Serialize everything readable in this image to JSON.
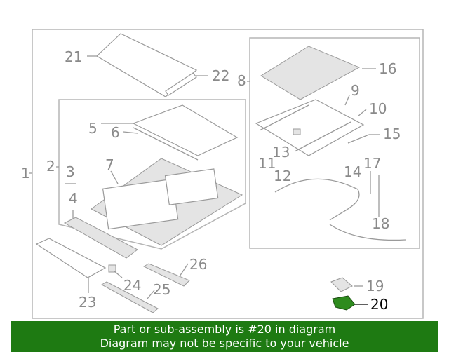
{
  "diagram": {
    "labels": {
      "l1": "1",
      "l2": "2",
      "l3": "3",
      "l4": "4",
      "l5": "5",
      "l6": "6",
      "l7": "7",
      "l8": "8",
      "l9": "9",
      "l10": "10",
      "l11": "11",
      "l12": "12",
      "l13": "13",
      "l14": "14",
      "l15": "15",
      "l16": "16",
      "l17": "17",
      "l18": "18",
      "l19": "19",
      "l20": "20",
      "l21": "21",
      "l22": "22",
      "l23": "23",
      "l24": "24",
      "l25": "25",
      "l26": "26"
    },
    "highlighted_part": "20",
    "colors": {
      "highlight_part": "#2e8b1e",
      "footer_background": "#1e7a12"
    }
  },
  "footer": {
    "line1": "Part or sub-assembly is #20 in diagram",
    "line2": "Diagram may not be specific to your vehicle"
  }
}
